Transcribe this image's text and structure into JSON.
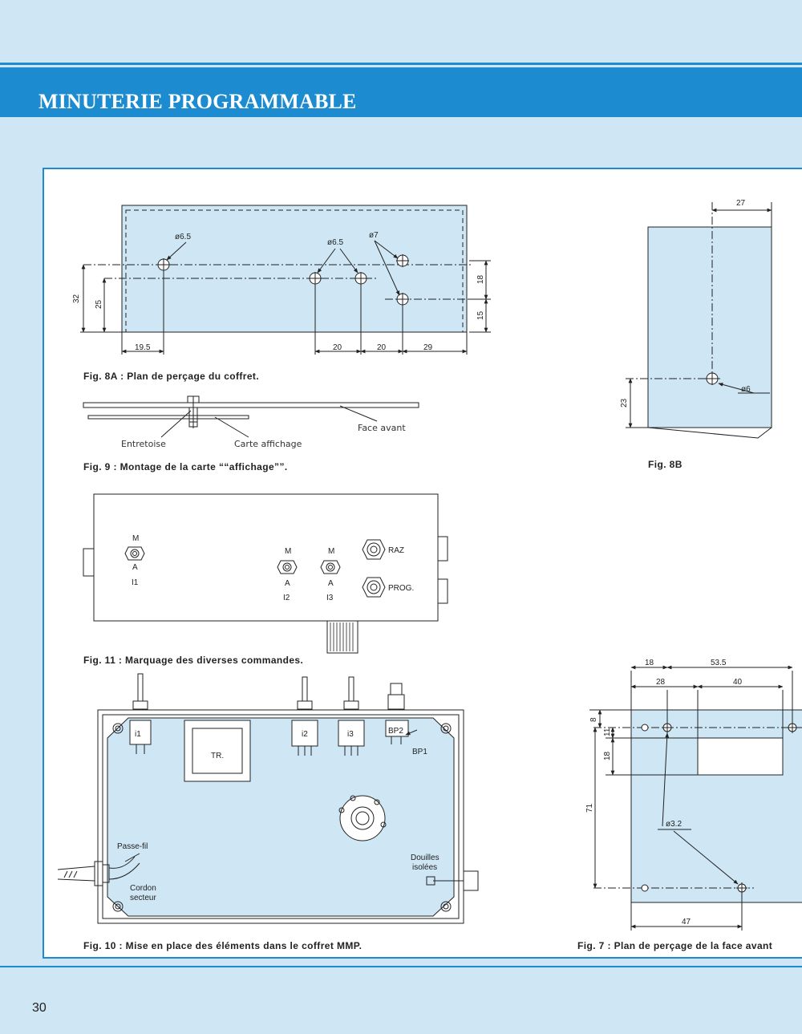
{
  "header": {
    "title": "MINUTERIE PROGRAMMABLE"
  },
  "page_number": "30",
  "fig8a": {
    "caption": "Fig. 8A : Plan de perçage du coffret.",
    "hole_labels": [
      "ø6.5",
      "ø6.5",
      "ø7"
    ],
    "dims": [
      "32",
      "25",
      "19.5",
      "20",
      "20",
      "29",
      "18",
      "15"
    ]
  },
  "fig8b": {
    "caption": "Fig. 8B",
    "dims": [
      "27",
      "23"
    ],
    "hole_label": "ø6"
  },
  "fig9": {
    "caption": "Fig. 9 : Montage de la carte ““affichage””.",
    "labels": [
      "Entretoise",
      "Carte affichage",
      "Face avant"
    ]
  },
  "fig11": {
    "caption": "Fig. 11 : Marquage des diverses commandes.",
    "switches": [
      {
        "top": "M",
        "bottom": "A",
        "name": "I1"
      },
      {
        "top": "M",
        "bottom": "A",
        "name": "I2"
      },
      {
        "top": "M",
        "bottom": "A",
        "name": "I3"
      }
    ],
    "buttons": [
      "RAZ",
      "PROG."
    ]
  },
  "fig10": {
    "caption": "Fig. 10 : Mise en place des éléments dans le coffret MMP.",
    "labels": [
      "i1",
      "TR.",
      "i2",
      "i3",
      "BP2",
      "BP1",
      "Passe-fil",
      "Cordon",
      "secteur",
      "Douilles",
      "isolées"
    ]
  },
  "fig7": {
    "caption": "Fig. 7 : Plan de perçage de la face avant",
    "dims": [
      "18",
      "53.5",
      "28",
      "40",
      "8",
      "11",
      "18",
      "71",
      "47"
    ],
    "hole_label": "ø3.2"
  }
}
